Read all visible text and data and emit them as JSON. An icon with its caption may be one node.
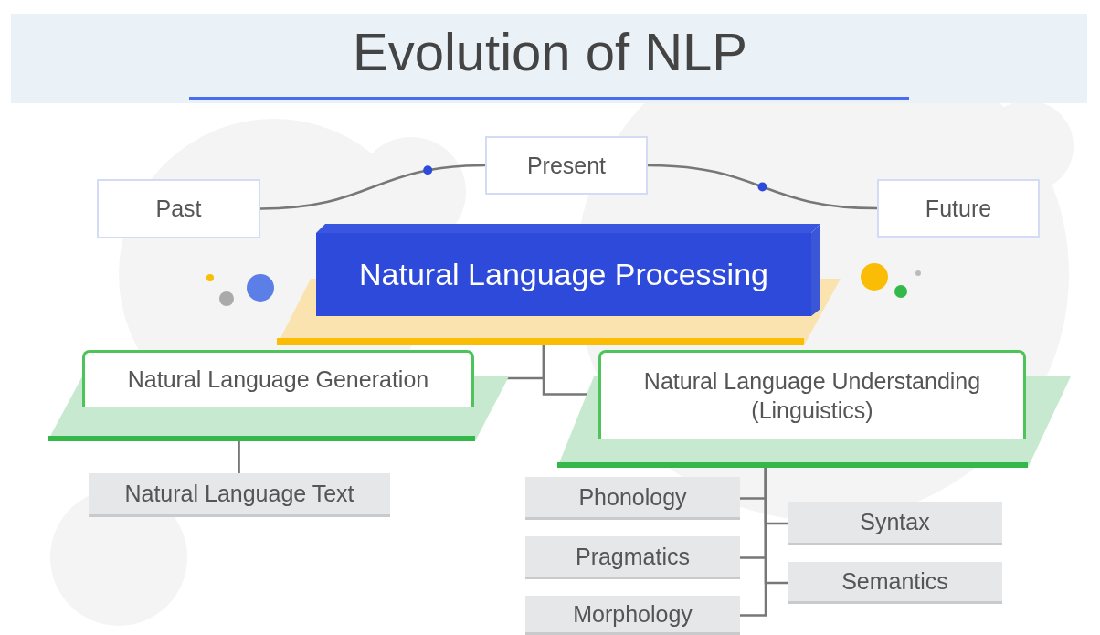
{
  "diagram": {
    "title": "Evolution of NLP",
    "nodes": [
      {
        "text": [
          "Past"
        ]
      },
      {
        "text": [
          "Present"
        ]
      },
      {
        "text": [
          "Future"
        ]
      },
      {
        "text": [
          "Natural Language Processing"
        ]
      },
      {
        "text": [
          "Natural Language Generation"
        ]
      },
      {
        "text": [
          "Natural Language Understanding (Linguistics)"
        ]
      },
      {
        "text": [
          "Natural Language Text"
        ]
      },
      {
        "text": [
          "Phonology"
        ]
      },
      {
        "text": [
          "Syntax"
        ]
      },
      {
        "text": [
          "Pragmatics"
        ]
      },
      {
        "text": [
          "Semantics"
        ]
      },
      {
        "text": [
          "Morphology"
        ]
      }
    ],
    "edges": [
      {
        "from": 0,
        "to": 1,
        "arrow": "none"
      },
      {
        "from": 1,
        "to": 2,
        "arrow": "none"
      },
      {
        "from": 3,
        "to": 4,
        "arrow": "none"
      },
      {
        "from": 3,
        "to": 5,
        "arrow": "none"
      },
      {
        "from": 4,
        "to": 6,
        "arrow": "none"
      },
      {
        "from": 5,
        "to": 7,
        "arrow": "none"
      },
      {
        "from": 5,
        "to": 8,
        "arrow": "none"
      },
      {
        "from": 5,
        "to": 9,
        "arrow": "none"
      },
      {
        "from": 5,
        "to": 10,
        "arrow": "none"
      },
      {
        "from": 5,
        "to": 11,
        "arrow": "none"
      }
    ]
  }
}
